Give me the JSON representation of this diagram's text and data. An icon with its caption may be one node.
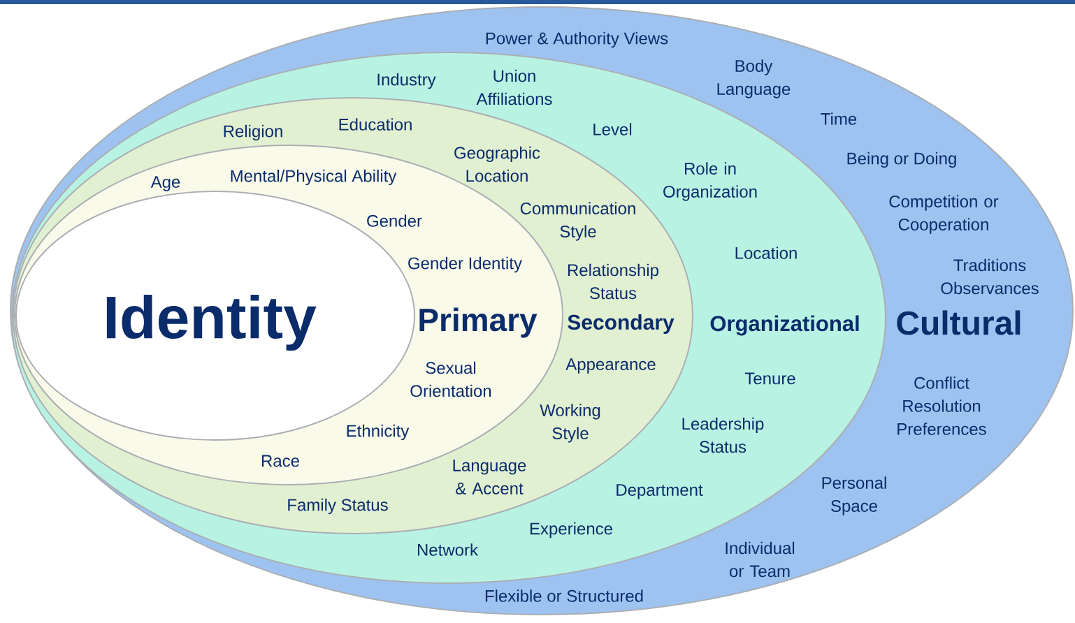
{
  "diagram": {
    "nodes": [
      {
        "text": [
          "Cultural",
          "Power & Authority Views",
          "Body Language",
          "Time",
          "Being or Doing",
          "Competition or Cooperation",
          "Traditions Observances",
          "Conflict Resolution Preferences",
          "Personal Space",
          "Individual or Team",
          "Flexible or Structured"
        ]
      },
      {
        "text": [
          "Organizational",
          "Industry",
          "Union Affiliations",
          "Level",
          "Role in Organization",
          "Location",
          "Tenure",
          "Leadership Status",
          "Department",
          "Experience",
          "Network"
        ],
        "in": 0
      },
      {
        "text": [
          "Secondary",
          "Religion",
          "Education",
          "Geographic Location",
          "Communication Style",
          "Relationship Status",
          "Appearance",
          "Working Style",
          "Language & Accent",
          "Family Status"
        ],
        "in": 1
      },
      {
        "text": [
          "Primary",
          "Age",
          "Mental/Physical Ability",
          "Gender",
          "Gender Identity",
          "Sexual Orientation",
          "Ethnicity",
          "Race"
        ],
        "in": 2
      },
      {
        "text": [
          "Identity"
        ],
        "in": 3
      }
    ]
  }
}
